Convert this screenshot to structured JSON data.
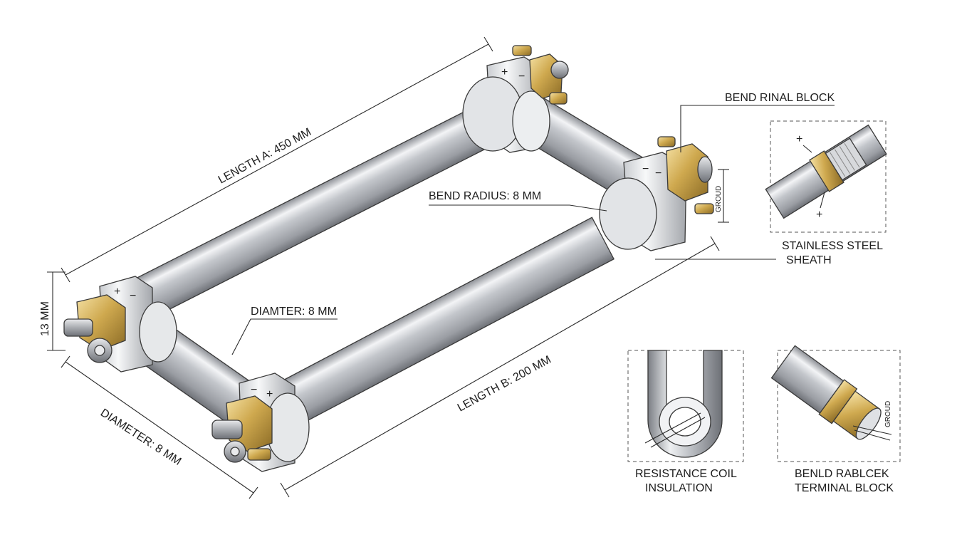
{
  "labels": {
    "length_a": "LENGTH A: 450 MM",
    "length_b": "LENGTH B: 200 MM",
    "bend_radius": "BEND RADIUS: 8 MM",
    "diameter_mid": "DIAMTER: 8 MM",
    "diameter_bottom": "DIAMETER: 8 MM",
    "height_13": "13 MM",
    "bend_rinal_block": "BEND RINAL BLOCK",
    "ground_main": "GROUD",
    "ground_detail": "GROUD",
    "stainless_line1": "STAINLESS STEEL",
    "stainless_line2": "SHEATH",
    "resistance_line1": "RESISTANCE COIL",
    "resistance_line2": "INSULATION",
    "terminal_line1": "BENLD RABLCEK",
    "terminal_line2": "TERMINAL BLOCK"
  },
  "terminal_marks": {
    "top_left": "+",
    "top_right": "−",
    "plus": "+",
    "minus": "−",
    "detail_plus_top": "+",
    "detail_plus_bottom": "+"
  },
  "colors": {
    "steel_light": "#f2f3f5",
    "steel_mid": "#b9bcc1",
    "steel_dark": "#6e7177",
    "brass_light": "#f3dc9a",
    "brass_mid": "#c9a24a",
    "brass_dark": "#8a6a25",
    "line": "#2a2a2a"
  }
}
